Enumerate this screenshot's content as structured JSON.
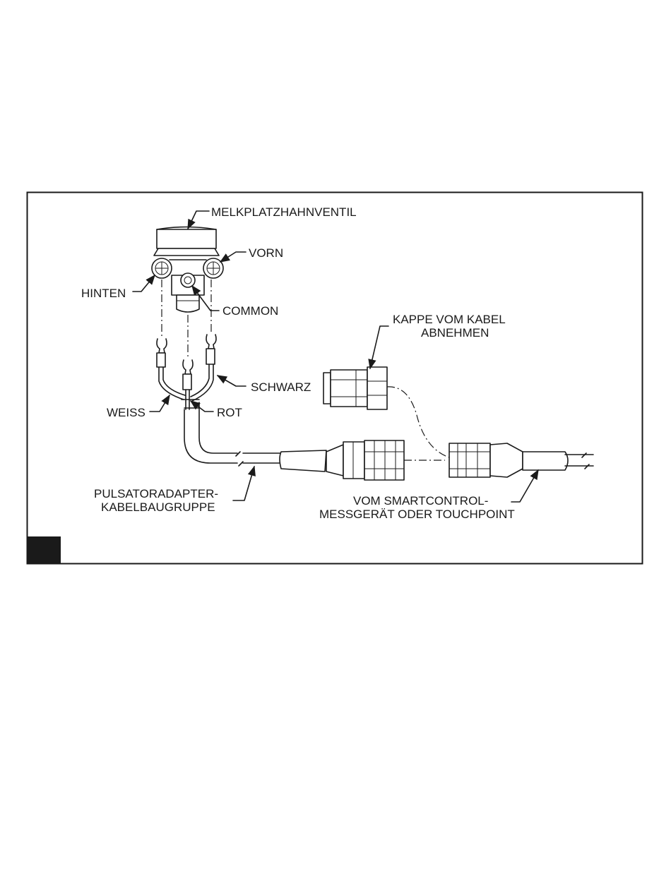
{
  "labels": {
    "valve": "MELKPLATZHAHNVENTIL",
    "front": "VORN",
    "rear": "HINTEN",
    "common": "COMMON",
    "cap_line1": "KAPPE VOM KABEL",
    "cap_line2": "ABNEHMEN",
    "black": "SCHWARZ",
    "white": "WEISS",
    "red": "ROT",
    "adapter_line1": "PULSATORADAPTER-",
    "adapter_line2": "KABELBAUGRUPPE",
    "source_line1": "VOM SMARTCONTROL-",
    "source_line2": "MESSGERÄT ODER TOUCHPOINT"
  }
}
